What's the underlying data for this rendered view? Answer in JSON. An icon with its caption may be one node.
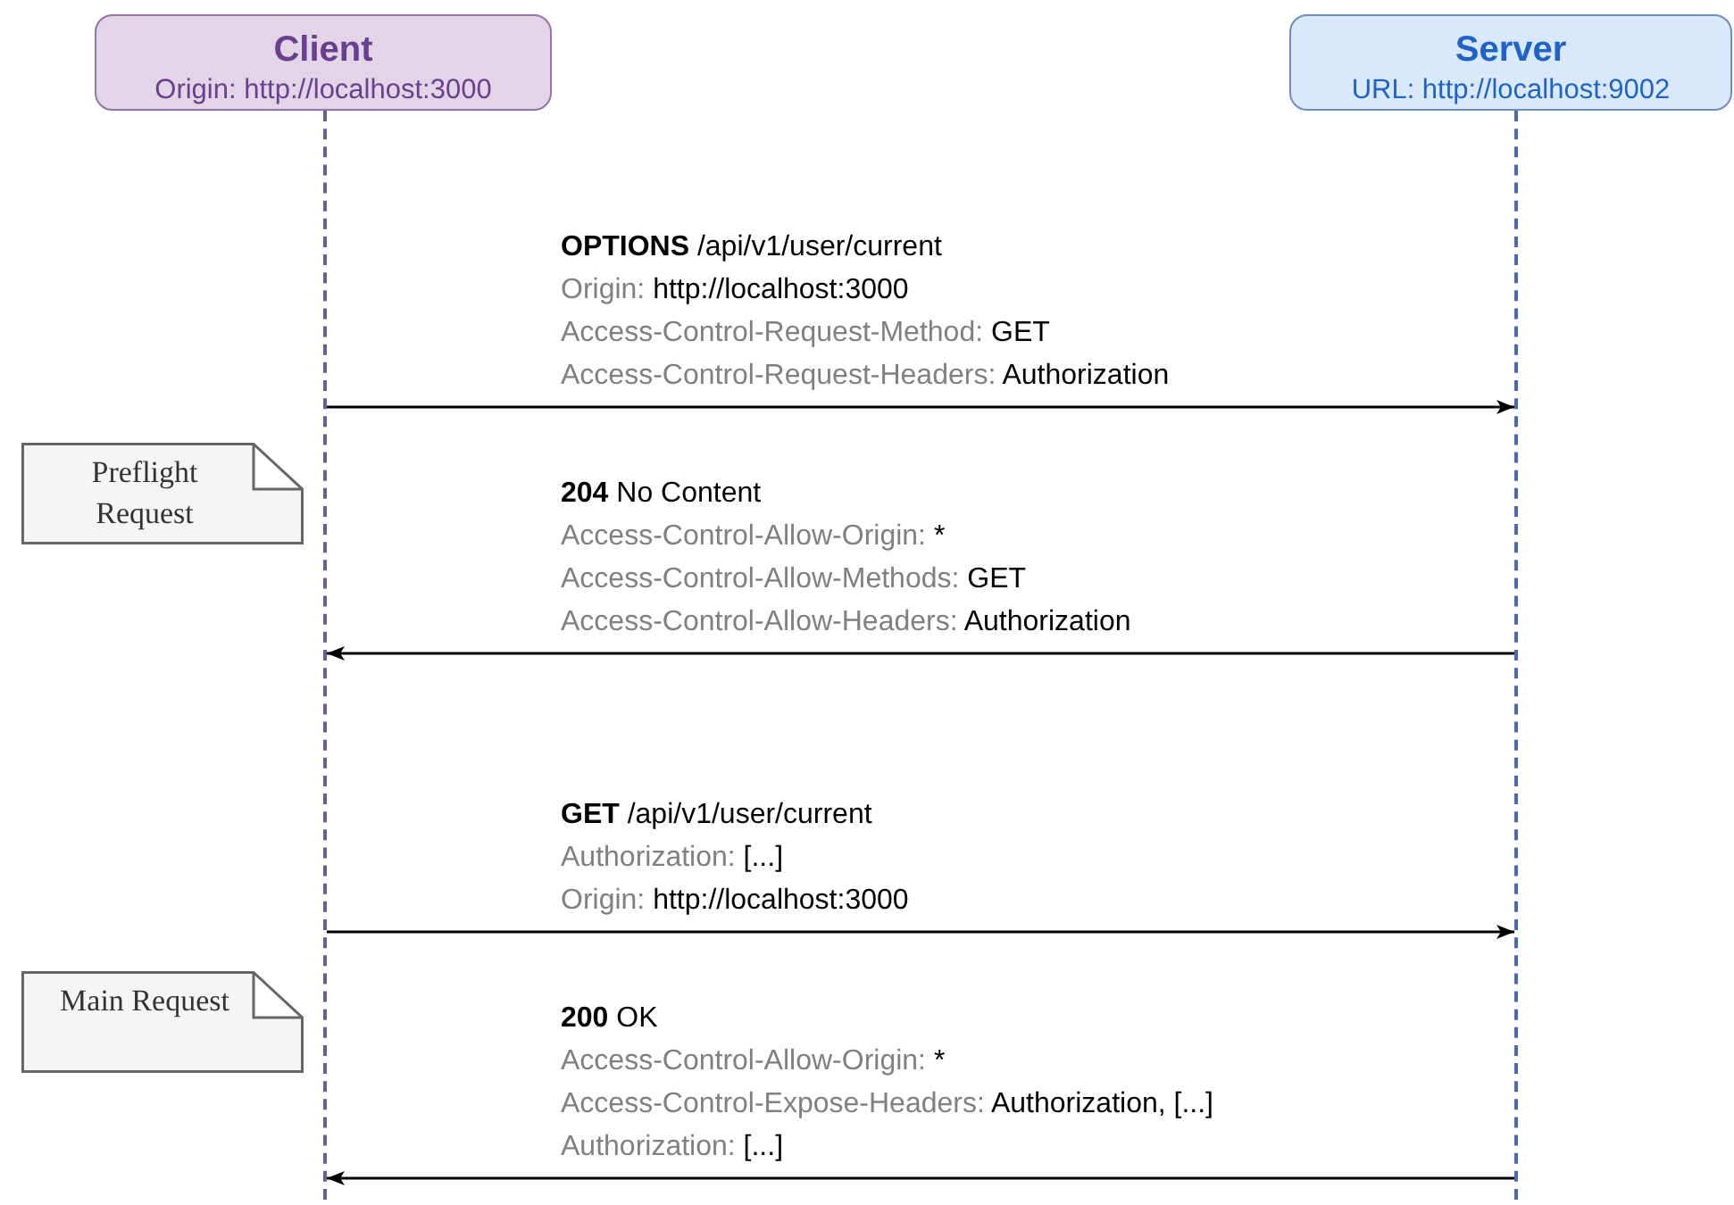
{
  "diagram": {
    "nodes": [
      {
        "text": [
          "Client",
          "Origin: http://localhost:3000"
        ]
      },
      {
        "text": [
          "Server",
          "URL: http://localhost:9002"
        ]
      },
      {
        "text": [],
        "shape": "line"
      },
      {
        "text": [],
        "shape": "line"
      },
      {
        "text": [
          "Preflight Request"
        ]
      },
      {
        "text": [
          "Main Request"
        ]
      }
    ],
    "edges": [
      {
        "from": 2,
        "to": 3,
        "arrow": "to",
        "label": "**OPTIONS** /api/v1/user/current Origin: http://localhost:3000 Access-Control-Request-Method: GET Access-Control-Request-Headers: Authorization"
      },
      {
        "from": 3,
        "to": 2,
        "arrow": "to",
        "label": "**204** No Content Access-Control-Allow-Origin: * Access-Control-Allow-Methods: GET Access-Control-Allow-Headers: Authorization"
      },
      {
        "from": 2,
        "to": 3,
        "arrow": "to",
        "label": "**GET** /api/v1/user/current Authorization: [...] Origin: http://localhost:3000"
      },
      {
        "from": 3,
        "to": 2,
        "arrow": "to",
        "label": "**200** OK Access-Control-Allow-Origin: * Access-Control-Expose-Headers: Authorization, [...] Authorization: [...]"
      }
    ]
  }
}
